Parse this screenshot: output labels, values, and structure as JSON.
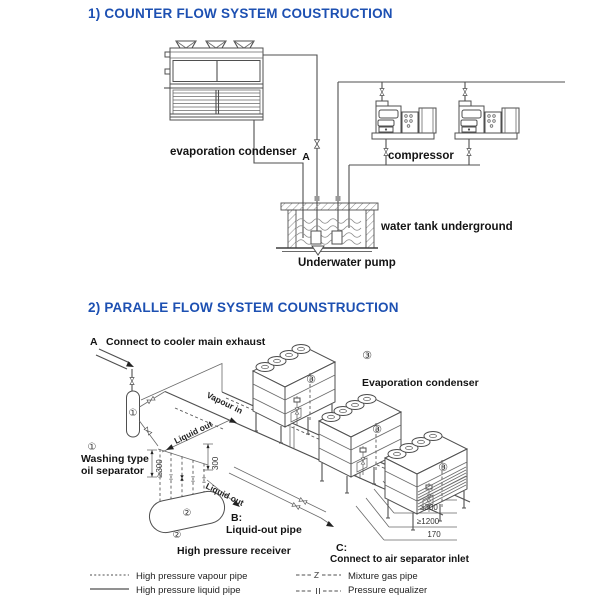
{
  "colors": {
    "title": "#1d50b2",
    "line": "#4f4f4f",
    "text": "#141414"
  },
  "diagram1": {
    "title": "1)  COUNTER FLOW SYSTEM COUSTRUCTION",
    "labels": {
      "evaporation_condenser": "evaporation condenser",
      "compressor": "compressor",
      "water_tank": "water tank underground",
      "underwater_pump": "Underwater pump",
      "valve": "A"
    }
  },
  "diagram2": {
    "title": "2)  PARALLE FLOW SYSTEM COUNSTRUCTION",
    "labels": {
      "point_a": "A",
      "point_a_text": "Connect to cooler main exhaust",
      "separator_num": "①",
      "separator_line1": "Washing type",
      "separator_line2": "oil separator",
      "vapour_in": "Vapour in",
      "liquid_out": "Liquid out",
      "dim_300": "300",
      "dim_ge300": "≥300",
      "dim_ge1200": "≥1200",
      "dim_170": "170",
      "receiver_num": "②",
      "receiver": "High pressure receiver",
      "point_b": "B:",
      "point_b_text": "Liquid-out pipe",
      "point_c": "C:",
      "point_c_text": "Connect to air separator inlet",
      "condenser_num": "③",
      "evaporation_condenser": "Evaporation condenser"
    }
  },
  "legend": {
    "items": [
      {
        "label": "High pressure vapour pipe",
        "style": "dotted"
      },
      {
        "label": "High pressure liquid pipe",
        "style": "solid"
      },
      {
        "label": "Mixture gas pipe",
        "style": "dashed-z"
      },
      {
        "label": "Pressure equalizer",
        "style": "dashed-bars"
      }
    ]
  }
}
